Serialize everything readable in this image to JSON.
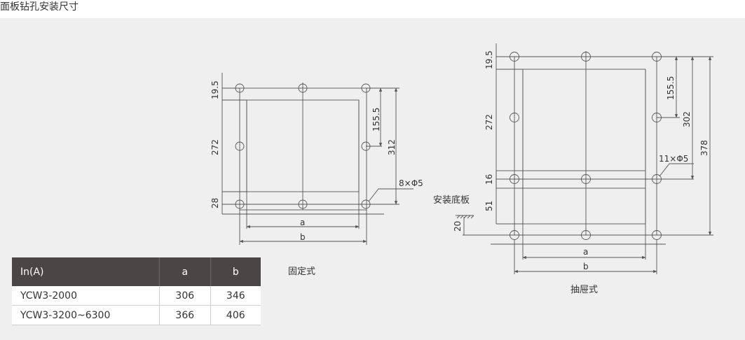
{
  "page": {
    "title": "面板钻孔安装尺寸"
  },
  "fixed": {
    "caption": "固定式",
    "dims": {
      "top": "19.5",
      "mid": "272",
      "bottom": "28",
      "d1": "155.5",
      "d2": "312",
      "holes": "8×Φ5",
      "a": "a",
      "b": "b"
    }
  },
  "drawer": {
    "caption": "抽屉式",
    "base_label": "安装底板",
    "dims": {
      "top": "19.5",
      "mid": "272",
      "d16": "16",
      "d51": "51",
      "d20": "20",
      "d1": "155.5",
      "d2": "302",
      "d3": "378",
      "holes": "11×Φ5",
      "a": "a",
      "b": "b"
    }
  },
  "table": {
    "headers": [
      "In(A)",
      "a",
      "b"
    ],
    "rows": [
      {
        "model": "YCW3-2000",
        "a": "306",
        "b": "346"
      },
      {
        "model": "YCW3-3200~6300",
        "a": "366",
        "b": "406"
      }
    ]
  },
  "colors": {
    "line": "#555555",
    "header_bg": "#4a4645",
    "panel_bg": "#efefef"
  }
}
